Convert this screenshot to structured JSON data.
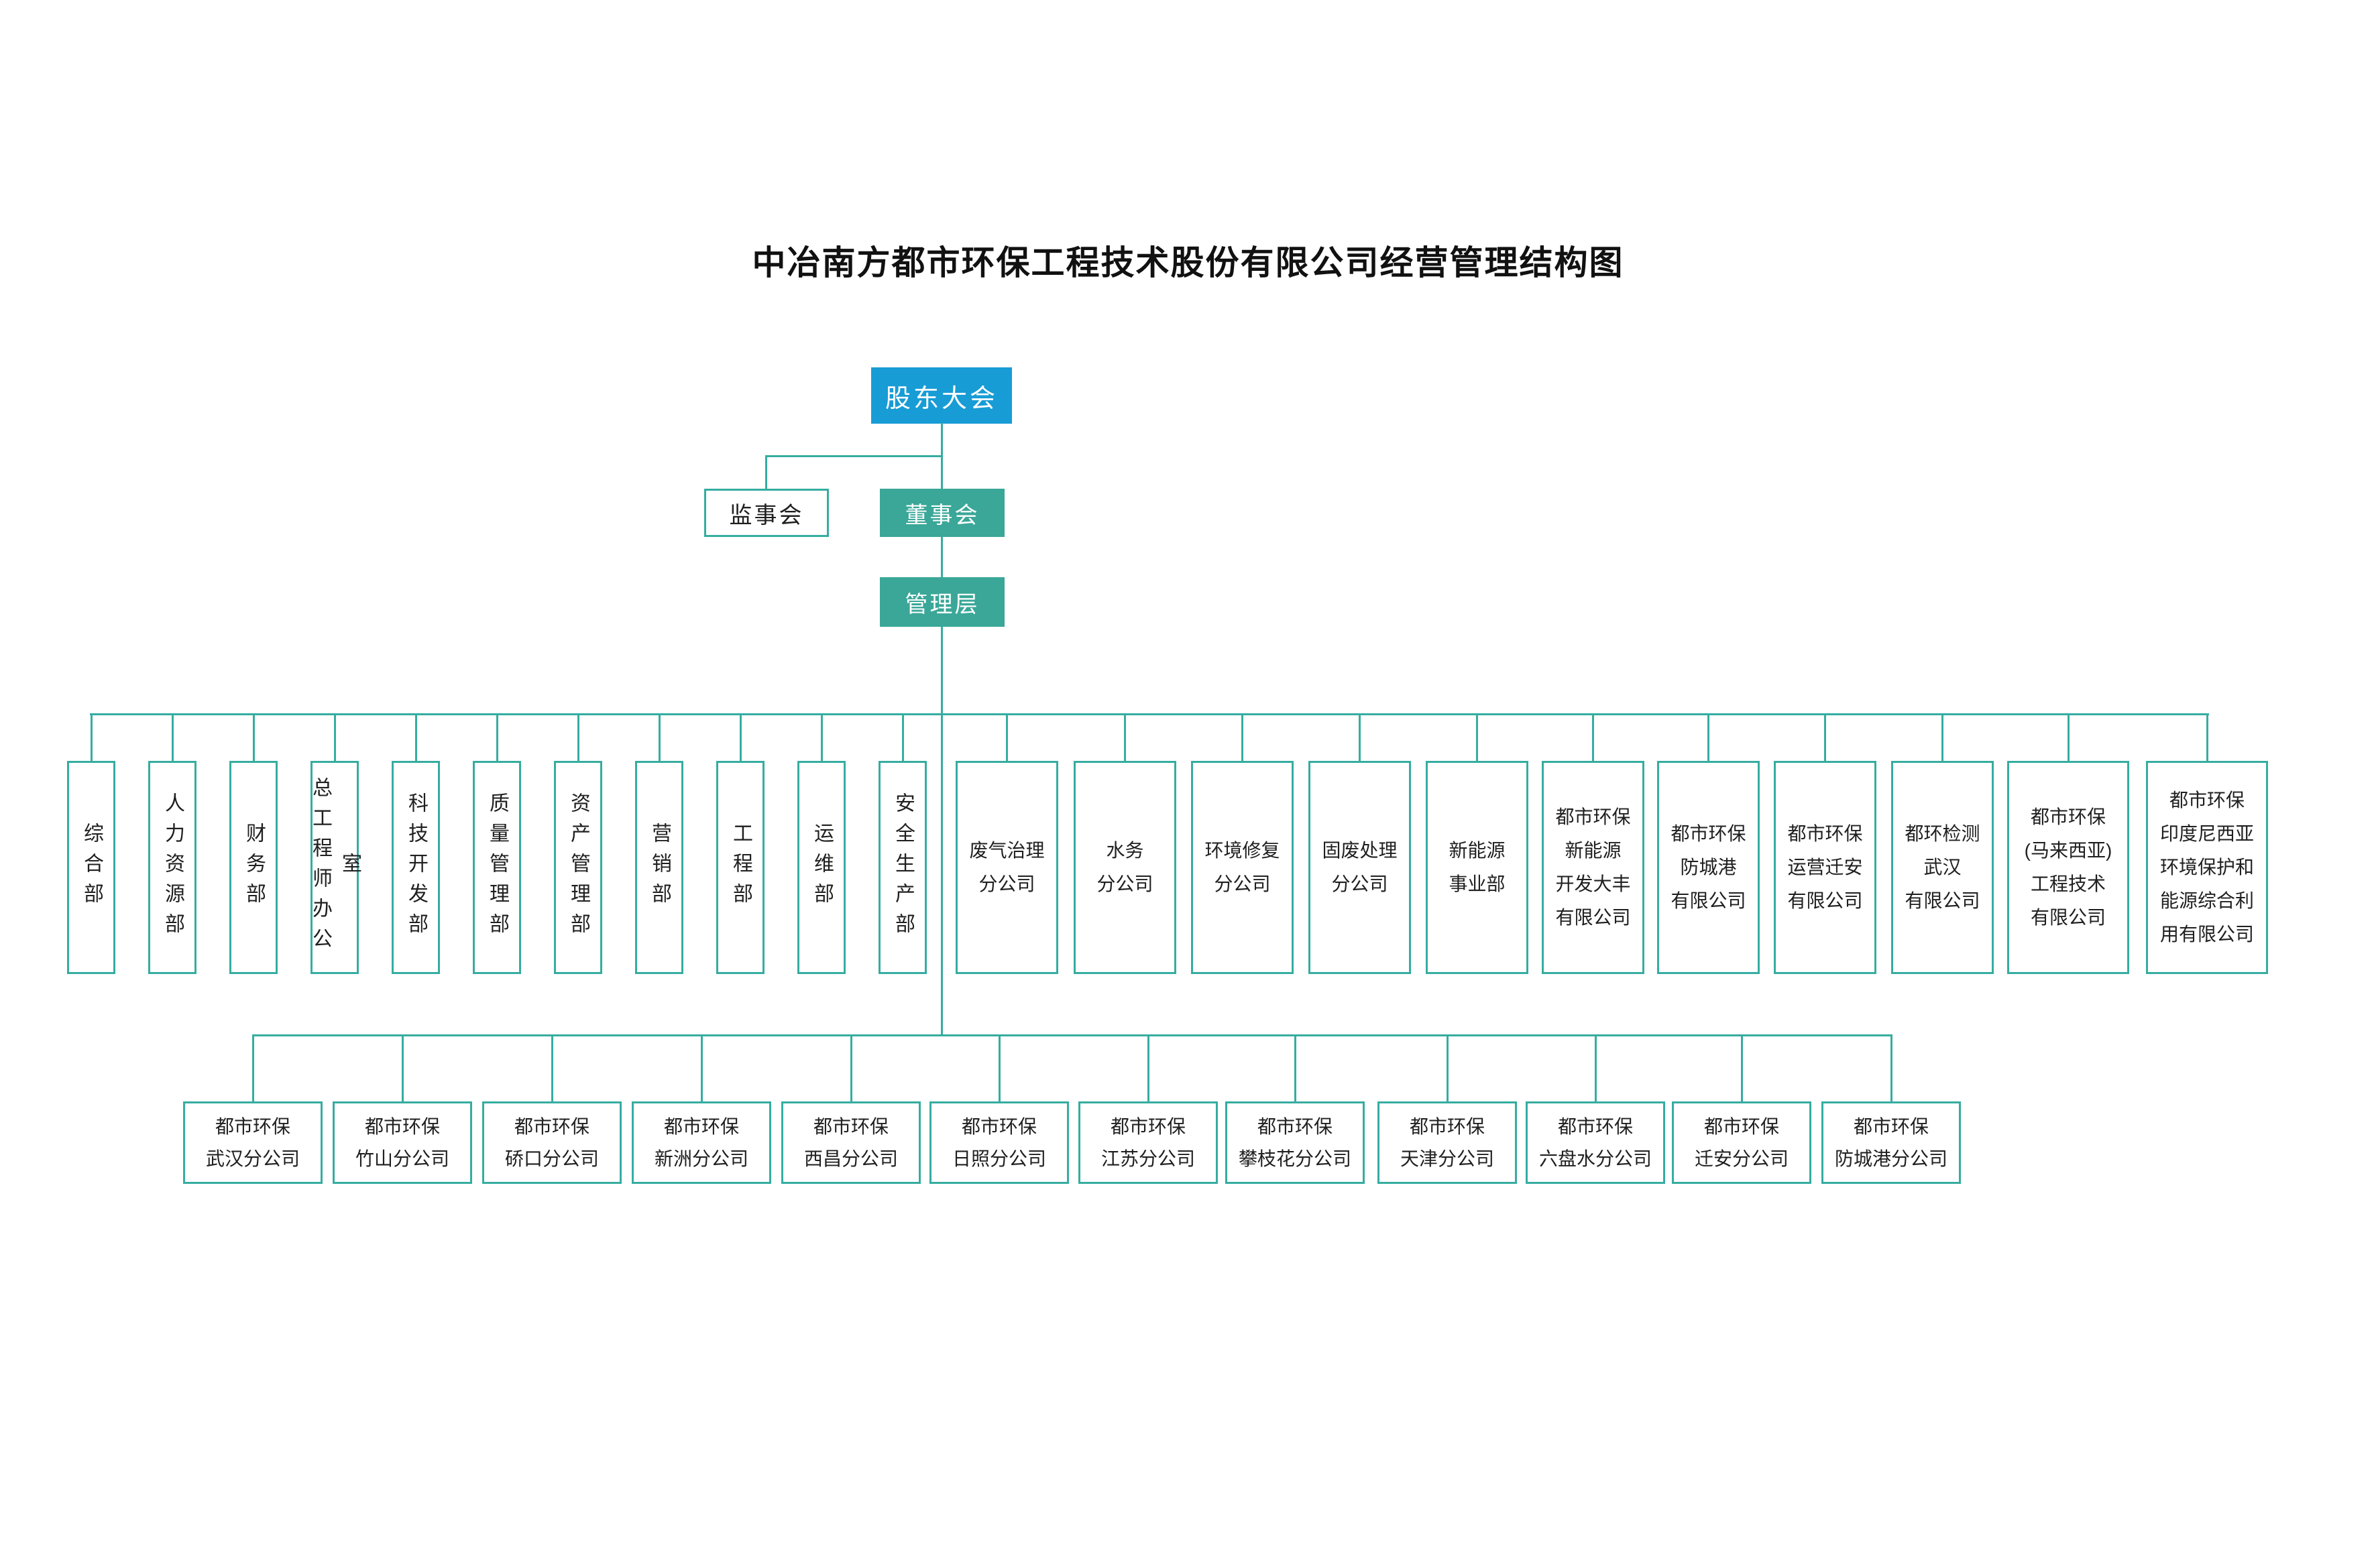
{
  "title": "中冶南方都市环保工程技术股份有限公司经营管理结构图",
  "top_level": {
    "shareholders": "股东大会",
    "supervisory": "监事会",
    "board": "董事会",
    "management": "管理层"
  },
  "departments": [
    "综合部",
    "人力资源部",
    "财务部",
    "总工程师办公室",
    "科技开发部",
    "质量管理部",
    "资产管理部",
    "营销部",
    "工程部",
    "运维部",
    "安全生产部"
  ],
  "divisions": [
    [
      "废气治理",
      "分公司"
    ],
    [
      "水务",
      "分公司"
    ],
    [
      "环境修复",
      "分公司"
    ],
    [
      "固废处理",
      "分公司"
    ],
    [
      "新能源",
      "事业部"
    ],
    [
      "都市环保",
      "新能源",
      "开发大丰",
      "有限公司"
    ],
    [
      "都市环保",
      "防城港",
      "有限公司"
    ],
    [
      "都市环保",
      "运营迁安",
      "有限公司"
    ],
    [
      "都环检测",
      "武汉",
      "有限公司"
    ],
    [
      "都市环保",
      "(马来西亚)",
      "工程技术",
      "有限公司"
    ],
    [
      "都市环保",
      "印度尼西亚",
      "环境保护和",
      "能源综合利",
      "用有限公司"
    ]
  ],
  "branches": [
    [
      "都市环保",
      "武汉分公司"
    ],
    [
      "都市环保",
      "竹山分公司"
    ],
    [
      "都市环保",
      "硚口分公司"
    ],
    [
      "都市环保",
      "新洲分公司"
    ],
    [
      "都市环保",
      "西昌分公司"
    ],
    [
      "都市环保",
      "日照分公司"
    ],
    [
      "都市环保",
      "江苏分公司"
    ],
    [
      "都市环保",
      "攀枝花分公司"
    ],
    [
      "都市环保",
      "天津分公司"
    ],
    [
      "都市环保",
      "六盘水分公司"
    ],
    [
      "都市环保",
      "迁安分公司"
    ],
    [
      "都市环保",
      "防城港分公司"
    ]
  ],
  "colors": {
    "primary_blue": "#189CD5",
    "teal_fill": "#3AA798",
    "line_teal": "#35ADA0"
  }
}
